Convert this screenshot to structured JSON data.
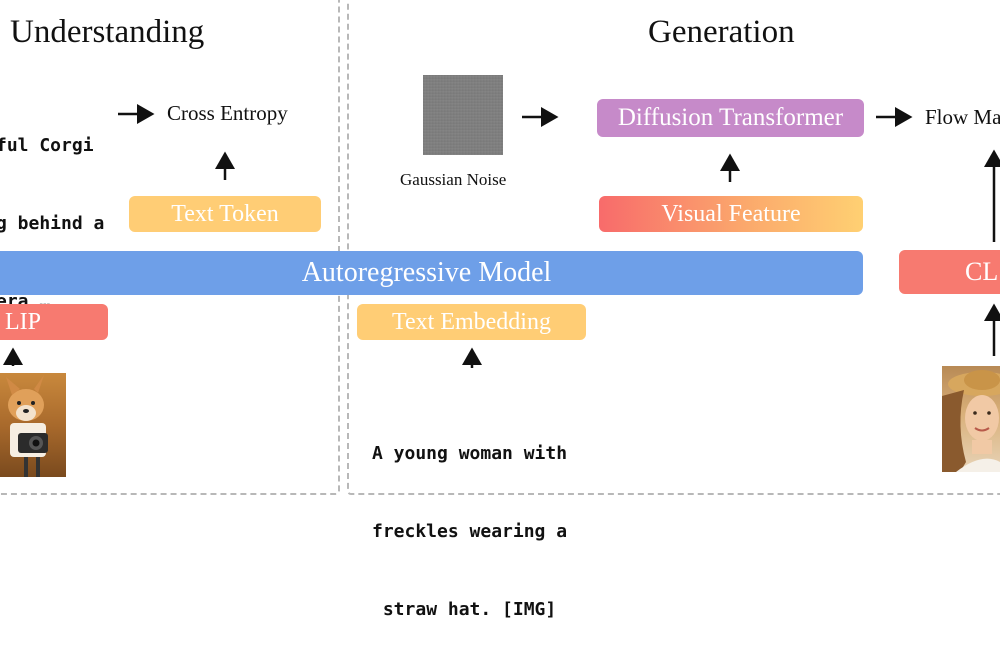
{
  "panels": {
    "understanding_title": "Understanding",
    "generation_title": "Generation"
  },
  "understanding": {
    "caption_lines": [
      "ful Corgi",
      "g behind a",
      "era …"
    ],
    "loss": "Cross Entropy",
    "text_token": "Text Token",
    "clip": "LIP",
    "image_subject": "corgi-with-camera"
  },
  "shared": {
    "backbone": "Autoregressive Model"
  },
  "generation": {
    "noise_label": "Gaussian Noise",
    "diffusion": "Diffusion Transformer",
    "loss": "Flow Ma",
    "visual_feature": "Visual Feature",
    "clip": "CL",
    "text_embedding": "Text Embedding",
    "prompt_lines": [
      "A young woman with",
      "freckles wearing a",
      "straw hat. [IMG]"
    ],
    "image_subject": "woman-in-straw-hat"
  },
  "colors": {
    "orange_box": "#ffcd75",
    "red_box": "#f77a70",
    "purple_box": "#c68ac9",
    "blue_bar": "#6e9fe8",
    "gradient_box": [
      "#f86b6b",
      "#fba86c",
      "#ffd072"
    ],
    "panel_border": "#b8b8b8"
  }
}
